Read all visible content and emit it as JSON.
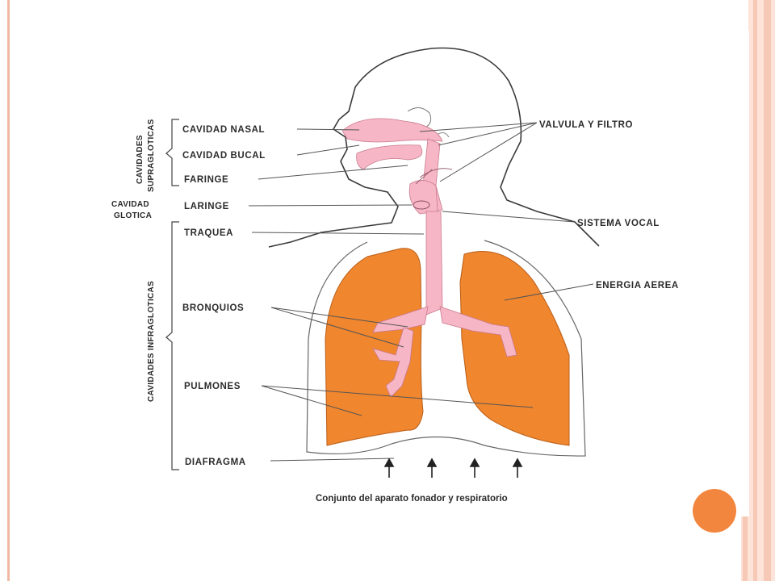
{
  "labels": {
    "cavidad_nasal": "CAVIDAD NASAL",
    "cavidad_bucal": "CAVIDAD BUCAL",
    "faringe": "FARINGE",
    "laringe": "LARINGE",
    "traquea": "TRAQUEA",
    "bronquios": "BRONQUIOS",
    "pulmones": "PULMONES",
    "diafragma": "DIAFRAGMA",
    "valvula_y_filtro": "VALVULA Y FILTRO",
    "sistema_vocal": "SISTEMA VOCAL",
    "energia_aerea": "ENERGIA AEREA"
  },
  "groups": {
    "supragloticas_line1": "CAVIDADES",
    "supragloticas_line2": "SUPRAGLOTICAS",
    "glotica_line1": "CAVIDAD",
    "glotica_line2": "GLOTICA",
    "infragloticas": "CAVIDADES INFRAGLOTICAS"
  },
  "caption": "Conjunto del aparato fonador y respiratorio",
  "colors": {
    "lungs": "#f0862e",
    "airway": "#f7b6c6",
    "accent": "#f3863e",
    "stripe": "#f6c8b6"
  }
}
